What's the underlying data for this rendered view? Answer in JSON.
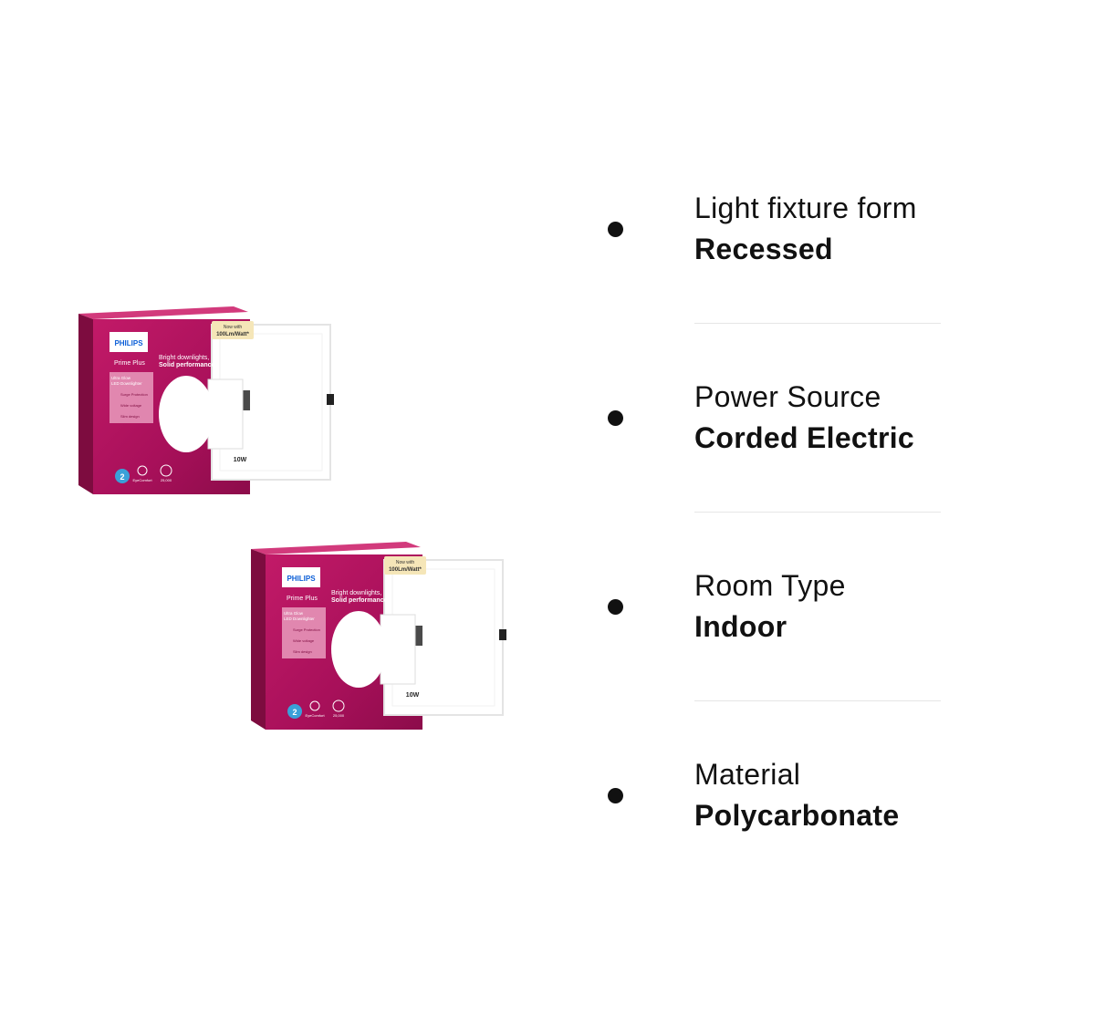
{
  "products": [
    {
      "brand": "PHILIPS",
      "series": "Prime Plus",
      "tagline_1": "Bright downlights,",
      "tagline_2": "Solid performance",
      "badge_1": "Now with",
      "badge_2": "100Lm/Watt*",
      "subtitle_1": "Ultra Glow",
      "subtitle_2": "LED Downlighter",
      "feature_1": "Surge Protection",
      "feature_2": "Wide voltage",
      "feature_3": "Slim design",
      "wattage": "10W",
      "warranty": "2",
      "eyecomfort": "EyeComfort",
      "hours": "25,000"
    },
    {
      "brand": "PHILIPS",
      "series": "Prime Plus",
      "tagline_1": "Bright downlights,",
      "tagline_2": "Solid performance",
      "badge_1": "Now with",
      "badge_2": "100Lm/Watt*",
      "subtitle_1": "Ultra Glow",
      "subtitle_2": "LED Downlighter",
      "feature_1": "Surge Protection",
      "feature_2": "Wide voltage",
      "feature_3": "Slim design",
      "wattage": "10W",
      "warranty": "2",
      "eyecomfort": "EyeComfort",
      "hours": "25,000"
    }
  ],
  "specs": [
    {
      "label": "Light fixture form",
      "value": "Recessed"
    },
    {
      "label": "Power Source",
      "value": "Corded Electric"
    },
    {
      "label": "Room Type",
      "value": "Indoor"
    },
    {
      "label": "Material",
      "value": "Polycarbonate"
    }
  ],
  "colors": {
    "box_magenta": "#b5175f",
    "box_dark": "#7d0c3f",
    "philips_blue": "#0b5ed7",
    "text": "#111111",
    "divider": "#e6e6e6"
  }
}
